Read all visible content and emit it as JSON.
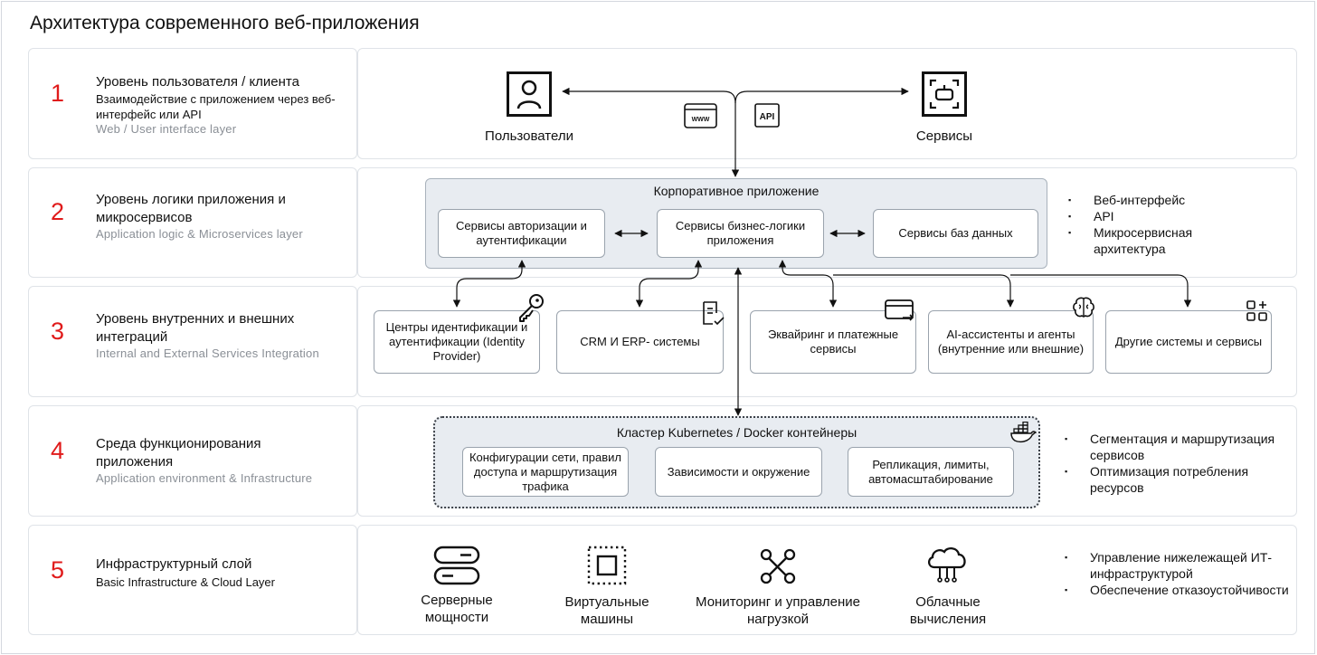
{
  "title": "Архитектура современного веб-приложения",
  "layers": [
    {
      "num": "1",
      "title": "Уровень пользователя / клиента",
      "subtitle": "Взаимодействие  с приложением через веб-интерфейс или API",
      "english": "Web / User interface layer",
      "nodes": {
        "users": "Пользователи",
        "services": "Сервисы"
      }
    },
    {
      "num": "2",
      "title": "Уровень логики приложения и микросервисов",
      "english": "Application logic & Microservices layer",
      "panel_title": "Корпоративное приложение",
      "boxes": [
        "Сервисы авторизации и аутентификации",
        "Сервисы бизнес-логики приложения",
        "Сервисы баз данных"
      ],
      "bullets": [
        "Веб-интерфейс",
        "API",
        "Микросервисная архитектура"
      ]
    },
    {
      "num": "3",
      "title": "Уровень внутренних и внешних интеграций",
      "english": "Internal and External Services Integration",
      "boxes": [
        "Центры идентификации и аутентификации (Identity Provider)",
        "CRM И ERP- системы",
        "Эквайринг и платежные сервисы",
        "AI-ассистенты и агенты (внутренние или внешние)",
        "Другие системы и сервисы"
      ]
    },
    {
      "num": "4",
      "title": "Среда функционирования приложения",
      "english": "Application environment & Infrastructure",
      "panel_title": "Кластер Kubernetes / Docker контейнеры",
      "boxes": [
        "Конфигурации сети, правил доступа и маршрутизация трафика",
        "Зависимости и окружение",
        "Репликация, лимиты, автомасштабирование"
      ],
      "bullets": [
        "Сегментация и маршрутизация сервисов",
        "Оптимизация потребления ресурсов"
      ]
    },
    {
      "num": "5",
      "title": "Инфраструктурный слой",
      "english": "Basic Infrastructure & Cloud Layer",
      "items": [
        "Серверные мощности",
        "Виртуальные машины",
        "Мониторинг и управление нагрузкой",
        "Облачные вычисления"
      ],
      "bullets": [
        "Управление нижележащей ИТ-инфраструктурой",
        "Обеспечение отказоустойчивости"
      ]
    }
  ],
  "icons": {
    "www_label": "WWW",
    "api_label": "API"
  },
  "colors": {
    "accent": "#e01b1b",
    "panel": "#e8ecf1",
    "border": "#dfe3e8"
  }
}
